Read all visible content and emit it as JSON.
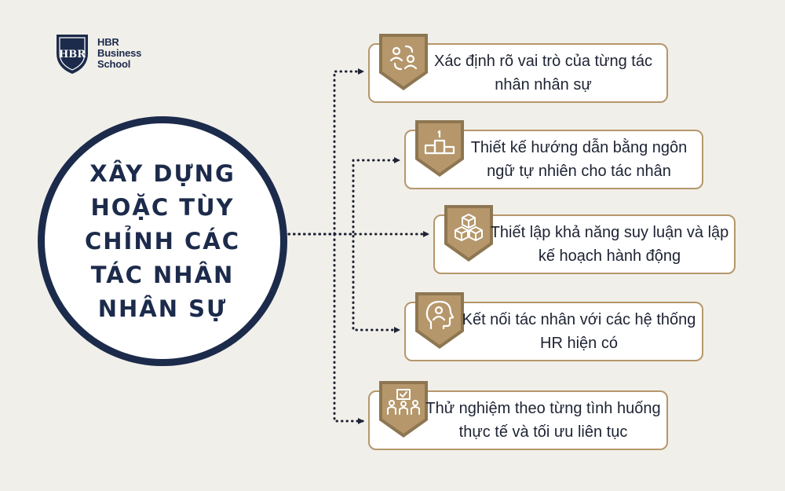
{
  "brand": {
    "logo_mark": "HBR",
    "line1": "HBR",
    "line2": "Business",
    "line3": "School"
  },
  "hub": {
    "title": "XÂY DỰNG HOẶC TÙY CHỈNH CÁC TÁC NHÂN NHÂN SỰ"
  },
  "steps": [
    {
      "text": "Xác định rõ vai trò của từng tác nhân nhân sự",
      "icon": "people-exchange-icon"
    },
    {
      "text": "Thiết kế hướng dẫn bằng ngôn ngữ tự nhiên cho tác nhân",
      "icon": "podium-icon"
    },
    {
      "text": "Thiết lập khả năng suy luận và lập kế hoạch hành động",
      "icon": "cubes-icon"
    },
    {
      "text": "Kết nối tác nhân với các hệ thống HR hiện có",
      "icon": "head-person-icon"
    },
    {
      "text": "Thử nghiệm theo từng tình huống thực tế và tối ưu liên tục",
      "icon": "team-checklist-icon"
    }
  ],
  "colors": {
    "navy": "#1c2b4b",
    "gold": "#b5976b",
    "badge_dark": "#8d7651",
    "background": "#f1efea"
  }
}
